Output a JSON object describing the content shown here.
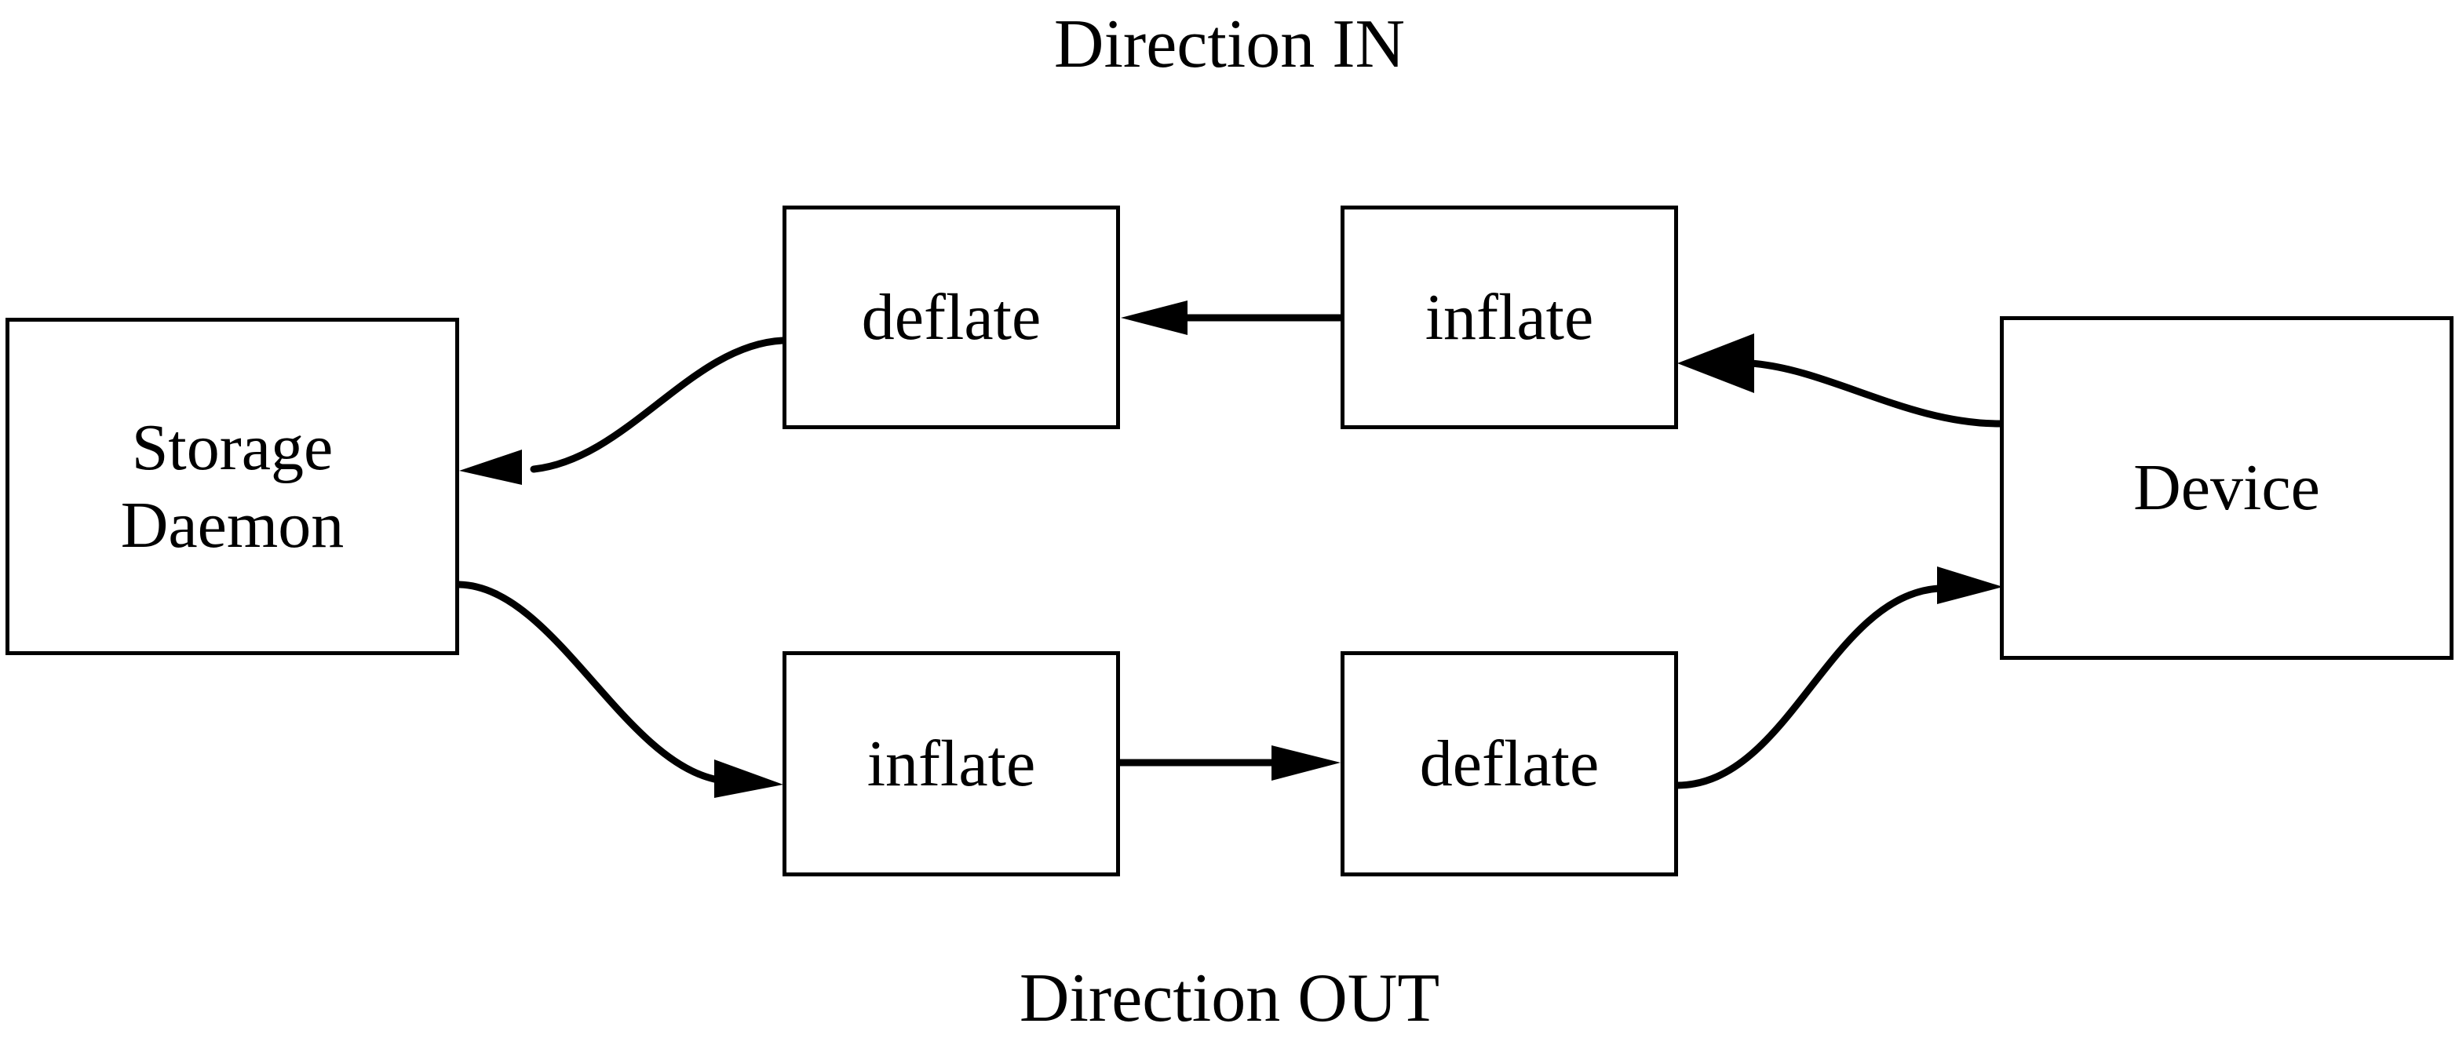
{
  "diagram": {
    "title_top": "Direction IN",
    "title_bottom": "Direction OUT",
    "stroke_color": "#000000",
    "background_color": "#ffffff",
    "nodes": {
      "storage_daemon": {
        "line1": "Storage",
        "line2": "Daemon"
      },
      "device": {
        "label": "Device"
      },
      "in_deflate": {
        "label": "deflate"
      },
      "in_inflate": {
        "label": "inflate"
      },
      "out_inflate": {
        "label": "inflate"
      },
      "out_deflate": {
        "label": "deflate"
      }
    },
    "edges": [
      {
        "name": "device-to-in-inflate",
        "from": "Device",
        "to": "inflate",
        "direction": "left",
        "style": "curved"
      },
      {
        "name": "in-inflate-to-in-deflate",
        "from": "inflate",
        "to": "deflate",
        "direction": "left",
        "style": "straight"
      },
      {
        "name": "in-deflate-to-storage-daemon",
        "from": "deflate",
        "to": "Storage Daemon",
        "direction": "left",
        "style": "curved"
      },
      {
        "name": "storage-daemon-to-out-inflate",
        "from": "Storage Daemon",
        "to": "inflate",
        "direction": "right",
        "style": "curved"
      },
      {
        "name": "out-inflate-to-out-deflate",
        "from": "inflate",
        "to": "deflate",
        "direction": "right",
        "style": "straight"
      },
      {
        "name": "out-deflate-to-device",
        "from": "deflate",
        "to": "Device",
        "direction": "right",
        "style": "curved"
      }
    ]
  }
}
